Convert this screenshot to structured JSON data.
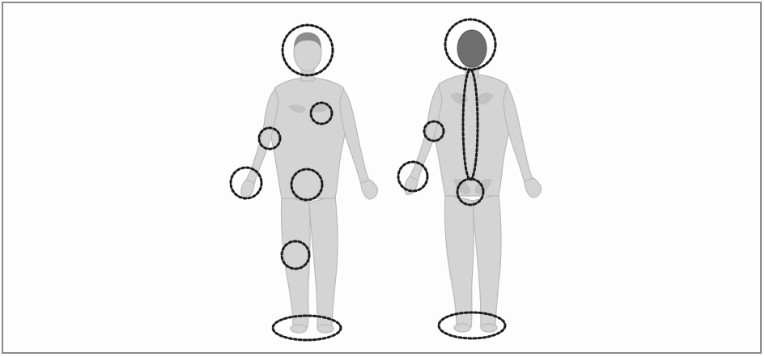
{
  "figure": {
    "views": [
      {
        "id": "front",
        "name": "front-view"
      },
      {
        "id": "back",
        "name": "back-view"
      }
    ],
    "colors": {
      "skin": "#d4d4d4",
      "skin_edge": "#b9b9b9",
      "skin_shade": "#b0b0b0",
      "hair_front": "#8c8c8c",
      "hair_back": "#6e6e6e",
      "marker": "#1c1c1c",
      "frame": "#8a8a8a"
    },
    "markers": {
      "front": [
        "head",
        "left-chest",
        "right-elbow",
        "right-hand",
        "groin",
        "right-knee",
        "feet"
      ],
      "back": [
        "head",
        "spine",
        "right-elbow",
        "right-hand",
        "buttocks",
        "feet"
      ]
    }
  }
}
